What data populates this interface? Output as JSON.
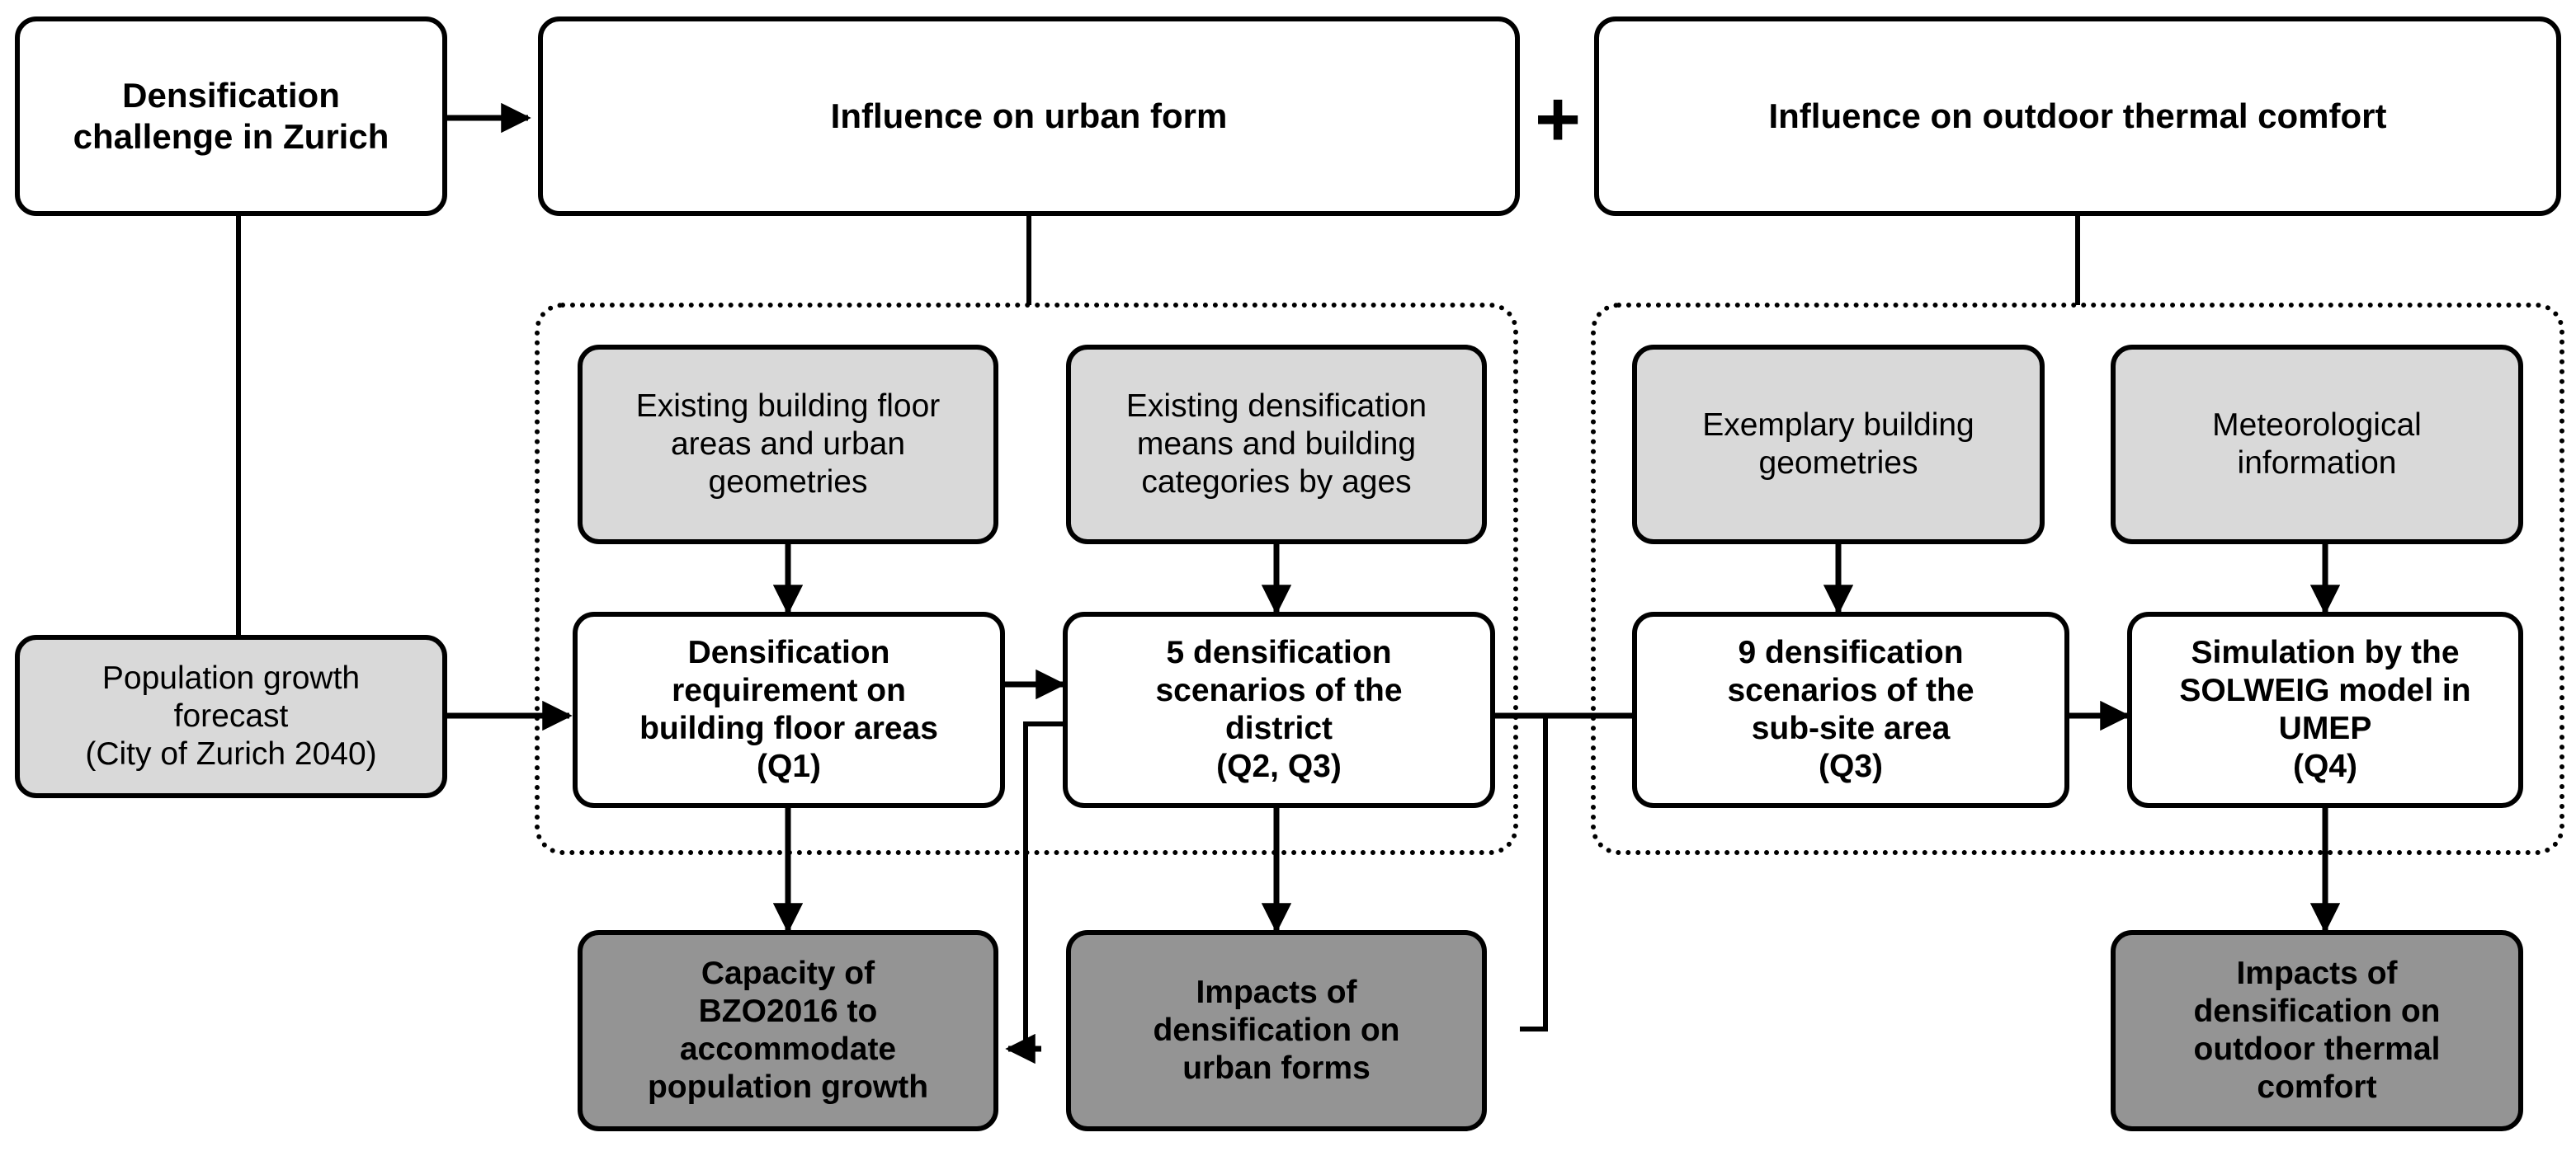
{
  "diagram": {
    "title": "Densification research framework flowchart",
    "colors": {
      "stroke": "#000000",
      "background": "#ffffff",
      "input_fill": "#d9d9d9",
      "process_fill": "#ffffff",
      "output_fill": "#949494"
    },
    "operator_symbol": "+",
    "headers": [
      {
        "id": "challenge",
        "label": "Densification\nchallenge in Zurich"
      },
      {
        "id": "urban-form",
        "label": "Influence on urban form"
      },
      {
        "id": "thermal-comfort",
        "label": "Influence on outdoor thermal comfort"
      }
    ],
    "inputs": [
      {
        "id": "population-growth",
        "label": "Population growth\nforecast\n(City of Zurich 2040)"
      },
      {
        "id": "existing-floor-areas",
        "label": "Existing building floor\nareas and urban\ngeometries"
      },
      {
        "id": "existing-means",
        "label": "Existing densification\nmeans and building\ncategories by ages"
      },
      {
        "id": "exemplary-geometries",
        "label": "Exemplary  building\ngeometries"
      },
      {
        "id": "meteorological",
        "label": "Meteorological\ninformation"
      }
    ],
    "processes": [
      {
        "id": "densification-requirement",
        "label": "Densification\nrequirement on\nbuilding floor areas\n(Q1)",
        "question": "Q1"
      },
      {
        "id": "district-scenarios",
        "label": "5 densification\nscenarios of the\ndistrict\n(Q2, Q3)",
        "question": "Q2, Q3"
      },
      {
        "id": "subsite-scenarios",
        "label": "9 densification\nscenarios of the\nsub-site area\n(Q3)",
        "question": "Q3"
      },
      {
        "id": "solweig-simulation",
        "label": "Simulation by the\nSOLWEIG model in\nUMEP\n(Q4)",
        "question": "Q4"
      }
    ],
    "outputs": [
      {
        "id": "bzo-capacity",
        "label": "Capacity of\nBZO2016 to\naccommodate\npopulation growth"
      },
      {
        "id": "urban-form-impacts",
        "label": "Impacts of\ndensification on\nurban forms"
      },
      {
        "id": "thermal-comfort-impacts",
        "label": "Impacts of\ndensification on\noutdoor thermal\ncomfort"
      }
    ],
    "groups": [
      {
        "id": "urban-form-group",
        "label": ""
      },
      {
        "id": "thermal-comfort-group",
        "label": ""
      }
    ]
  }
}
